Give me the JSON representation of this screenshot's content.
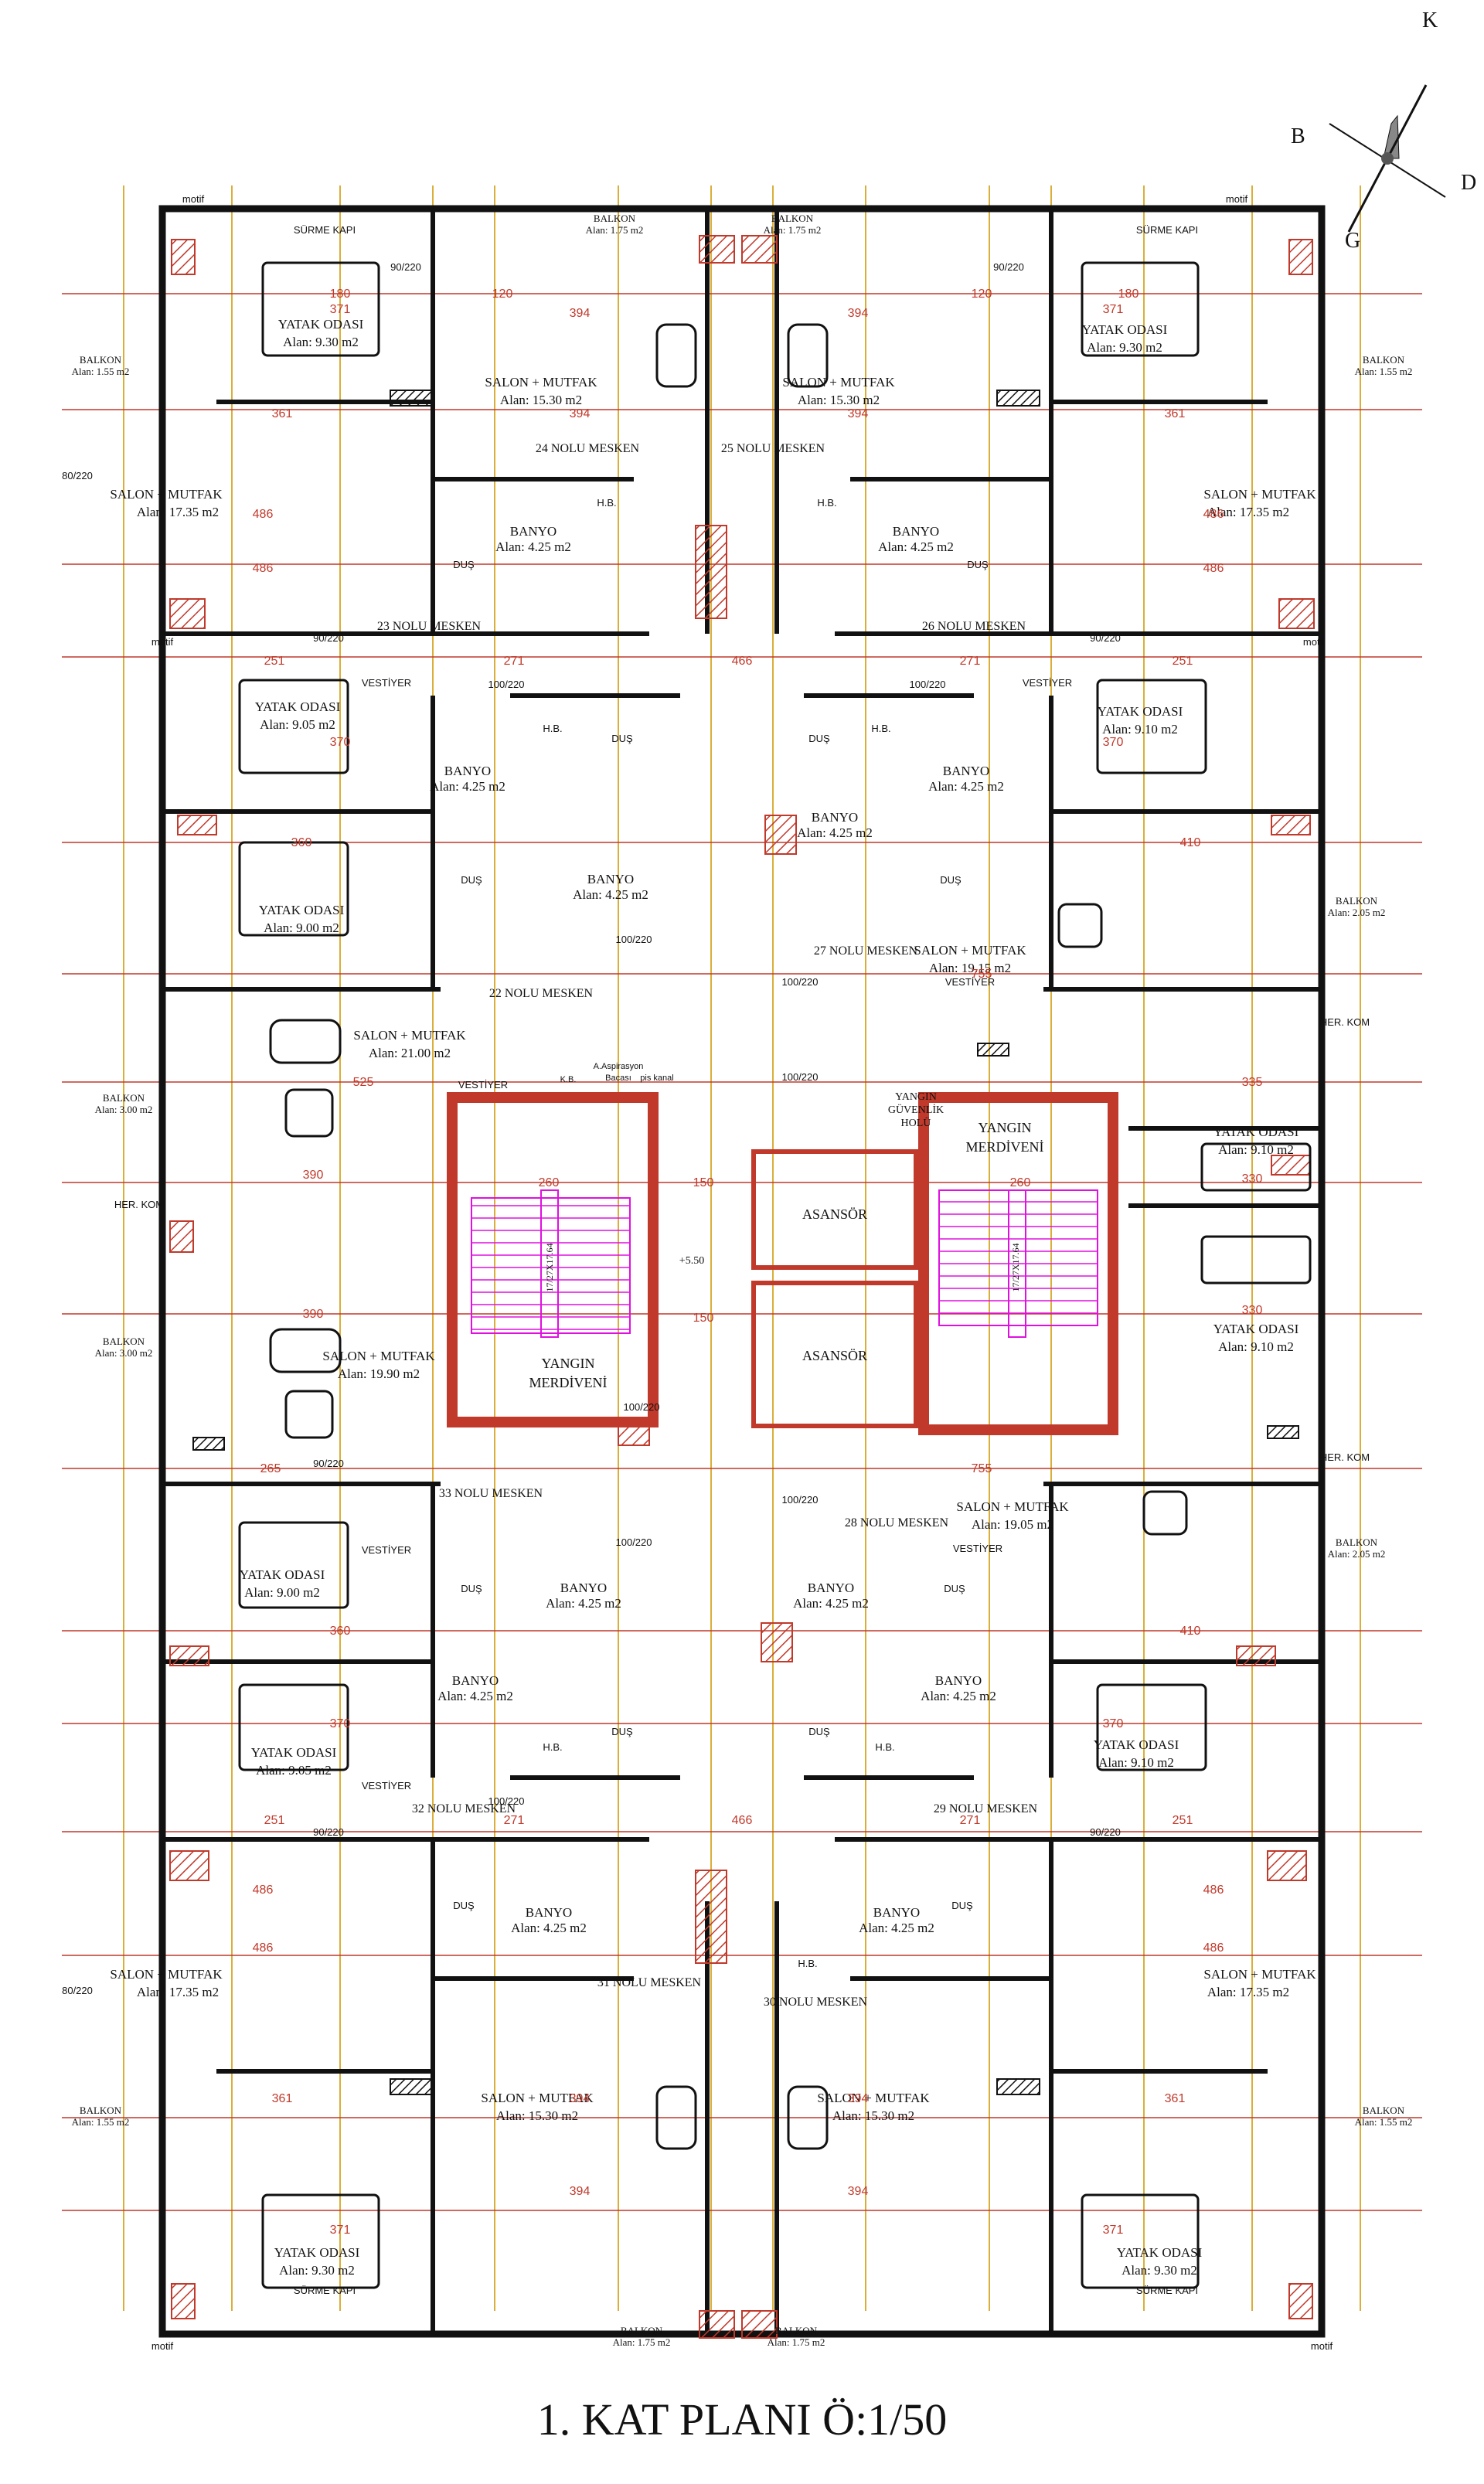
{
  "title": "1. KAT PLANI Ö:1/50",
  "compass": {
    "k": "K",
    "b": "B",
    "d": "D",
    "g": "G"
  },
  "units": [
    {
      "name": "24 NOLU MESKEN"
    },
    {
      "name": "25 NOLU MESKEN"
    },
    {
      "name": "23 NOLU MESKEN"
    },
    {
      "name": "26 NOLU MESKEN"
    },
    {
      "name": "22 NOLU MESKEN"
    },
    {
      "name": "27 NOLU MESKEN"
    },
    {
      "name": "33 NOLU MESKEN"
    },
    {
      "name": "28 NOLU MESKEN"
    },
    {
      "name": "32 NOLU MESKEN"
    },
    {
      "name": "29 NOLU MESKEN"
    },
    {
      "name": "31 NOLU MESKEN"
    },
    {
      "name": "30 NOLU MESKEN"
    }
  ],
  "rooms": [
    {
      "name": "YATAK ODASI",
      "area": "Alan: 9.30 m2"
    },
    {
      "name": "SALON + MUTFAK",
      "area": "Alan: 15.30 m2"
    },
    {
      "name": "SALON + MUTFAK",
      "area": "Alan: 15.30 m2"
    },
    {
      "name": "YATAK ODASI",
      "area": "Alan: 9.30 m2"
    },
    {
      "name": "SALON + MUTFAK",
      "area": "Alan: 17.35 m2"
    },
    {
      "name": "BANYO",
      "area": "Alan: 4.25 m2"
    },
    {
      "name": "BANYO",
      "area": "Alan: 4.25 m2"
    },
    {
      "name": "SALON + MUTFAK",
      "area": "Alan: 17.35 m2"
    },
    {
      "name": "YATAK ODASI",
      "area": "Alan: 9.05 m2"
    },
    {
      "name": "BANYO",
      "area": "Alan: 4.25 m2"
    },
    {
      "name": "BANYO",
      "area": "Alan: 4.25 m2"
    },
    {
      "name": "YATAK ODASI",
      "area": "Alan: 9.10 m2"
    },
    {
      "name": "BANYO",
      "area": "Alan: 4.25 m2"
    },
    {
      "name": "BANYO",
      "area": "Alan: 4.25 m2"
    },
    {
      "name": "YATAK ODASI",
      "area": "Alan: 9.00 m2"
    },
    {
      "name": "SALON + MUTFAK",
      "area": "Alan: 19.15 m2"
    },
    {
      "name": "SALON + MUTFAK",
      "area": "Alan: 21.00 m2"
    },
    {
      "name": "YATAK ODASI",
      "area": "Alan: 9.10 m2"
    },
    {
      "name": "SALON + MUTFAK",
      "area": "Alan: 19.90 m2"
    },
    {
      "name": "YATAK ODASI",
      "area": "Alan: 9.10 m2"
    },
    {
      "name": "SALON + MUTFAK",
      "area": "Alan: 19.05 m2"
    },
    {
      "name": "YATAK ODASI",
      "area": "Alan: 9.00 m2"
    },
    {
      "name": "BANYO",
      "area": "Alan: 4.25 m2"
    },
    {
      "name": "BANYO",
      "area": "Alan: 4.25 m2"
    },
    {
      "name": "BANYO",
      "area": "Alan: 4.25 m2"
    },
    {
      "name": "BANYO",
      "area": "Alan: 4.25 m2"
    },
    {
      "name": "YATAK ODASI",
      "area": "Alan: 9.05 m2"
    },
    {
      "name": "YATAK ODASI",
      "area": "Alan: 9.10 m2"
    },
    {
      "name": "SALON + MUTFAK",
      "area": "Alan: 17.35 m2"
    },
    {
      "name": "BANYO",
      "area": "Alan: 4.25 m2"
    },
    {
      "name": "BANYO",
      "area": "Alan: 4.25 m2"
    },
    {
      "name": "SALON + MUTFAK",
      "area": "Alan: 17.35 m2"
    },
    {
      "name": "SALON + MUTFAK",
      "area": "Alan: 15.30 m2"
    },
    {
      "name": "SALON + MUTFAK",
      "area": "Alan: 15.30 m2"
    },
    {
      "name": "YATAK ODASI",
      "area": "Alan: 9.30 m2"
    },
    {
      "name": "YATAK ODASI",
      "area": "Alan: 9.30 m2"
    }
  ],
  "balconies": [
    {
      "name": "BALKON",
      "area": "Alan: 1.75 m2"
    },
    {
      "name": "BALKON",
      "area": "Alan: 1.75 m2"
    },
    {
      "name": "BALKON",
      "area": "Alan: 1.55 m2"
    },
    {
      "name": "BALKON",
      "area": "Alan: 1.55 m2"
    },
    {
      "name": "BALKON",
      "area": "Alan: 2.05 m2"
    },
    {
      "name": "BALKON",
      "area": "Alan: 3.00 m2"
    },
    {
      "name": "BALKON",
      "area": "Alan: 3.00 m2"
    },
    {
      "name": "BALKON",
      "area": "Alan: 2.05 m2"
    },
    {
      "name": "BALKON",
      "area": "Alan: 1.55 m2"
    },
    {
      "name": "BALKON",
      "area": "Alan: 1.55 m2"
    },
    {
      "name": "BALKON",
      "area": "Alan: 1.75 m2"
    },
    {
      "name": "BALKON",
      "area": "Alan: 1.75 m2"
    }
  ],
  "core": {
    "stair": "YANGIN MERDİVENİ",
    "stair_right_1": "YANGIN",
    "stair_right_2": "MERDİVENİ",
    "stair_left_1": "YANGIN",
    "stair_left_2": "MERDİVENİ",
    "lift": "ASANSÖR",
    "security_1": "YANGIN",
    "security_2": "GÜVENLİK",
    "security_3": "HOLÜ",
    "steps": "17/27X17.64",
    "level": "+5.50",
    "kb": "K.B.",
    "aspiration": "A.Aspirasyon",
    "bacasi": "Bacası",
    "pis_kanal": "pis kanal",
    "span_left": "260",
    "span_right": "260",
    "w150a": "150",
    "w150b": "150",
    "w390a": "390",
    "w390b": "390",
    "w755a": "755",
    "w755b": "755"
  },
  "labels": {
    "motif": "motif",
    "surme": "SÜRME KAPI",
    "door": "90/220",
    "door100": "100/220",
    "door80": "80/220",
    "dus": "DUŞ",
    "hb": "H.B.",
    "vestiyer": "VESTİYER",
    "her_kom": "HER. KOM",
    "dim466": "466",
    "dim271": "271",
    "dim251": "251",
    "dim394": "394",
    "dim361": "361",
    "dim486": "486",
    "dim371": "371",
    "dim525": "525",
    "dim335": "335",
    "dim330": "330",
    "dim410": "410",
    "dim265": "265",
    "dim360": "360",
    "dim370": "370",
    "dim180": "180",
    "dim120": "120"
  }
}
